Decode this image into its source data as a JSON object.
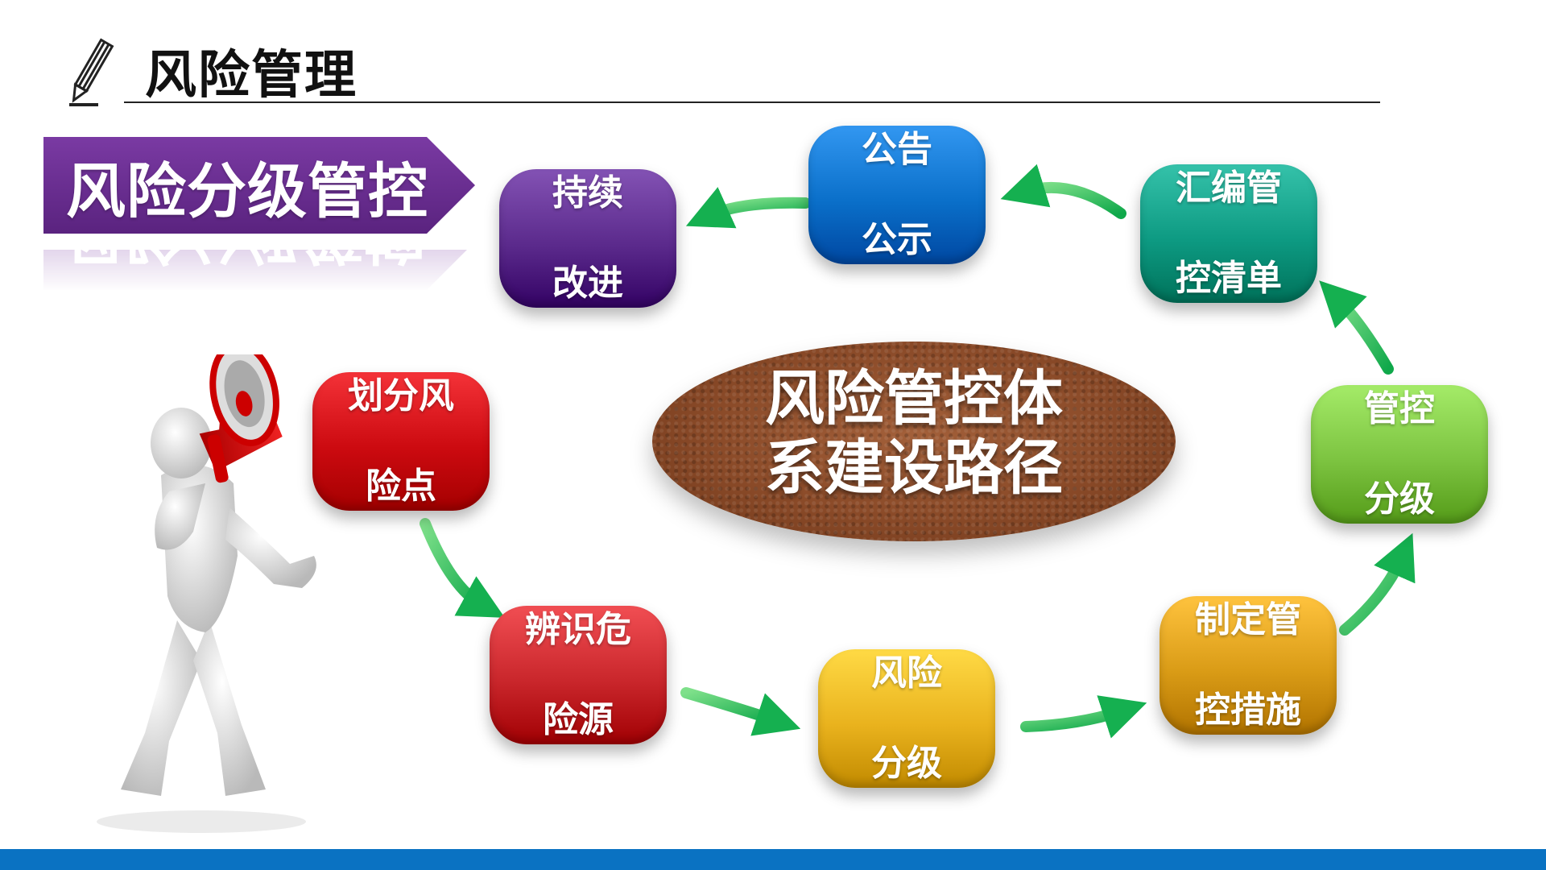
{
  "header": {
    "title": "风险管理"
  },
  "banner": {
    "title": "风险分级管控"
  },
  "center": {
    "line1": "风险管控体",
    "line2": "系建设路径"
  },
  "steps": [
    {
      "line1": "划分风",
      "line2": "险点",
      "color": "#cc0a10"
    },
    {
      "line1": "辨识危",
      "line2": "险源",
      "color": "#c9262b"
    },
    {
      "line1": "风险",
      "line2": "分级",
      "color": "#e9b21d"
    },
    {
      "line1": "制定管",
      "line2": "控措施",
      "color": "#d99b16"
    },
    {
      "line1": "管控",
      "line2": "分级",
      "color": "#7cc340"
    },
    {
      "line1": "汇编管",
      "line2": "控清单",
      "color": "#0d9a82"
    },
    {
      "line1": "公告",
      "line2": "公示",
      "color": "#0a6fc9"
    },
    {
      "line1": "持续",
      "line2": "改进",
      "color": "#5b2a8c"
    }
  ],
  "colors": {
    "ribbon": "#6a2d91",
    "arrow": "#1db954",
    "bottom_bar": "#0a72c2"
  }
}
